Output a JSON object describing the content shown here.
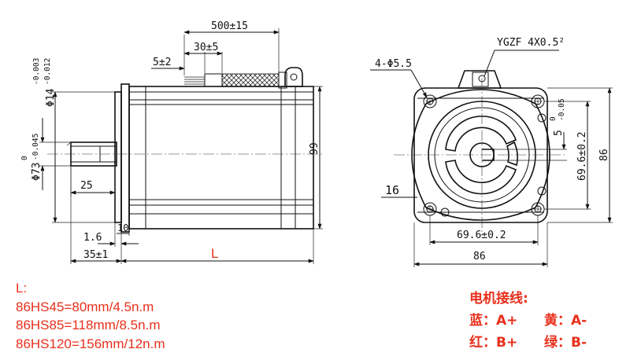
{
  "dims": {
    "lead_length": "500±15",
    "strip_length": "30±5",
    "strip_tip": "5±2",
    "boss_dia_prefix": "Φ14",
    "boss_tol_upper": "-0.003",
    "boss_tol_lower": "-0.012",
    "pilot_dia_prefix": "Φ73",
    "pilot_tol_upper": "0",
    "pilot_tol_lower": "-0.045",
    "shaft_flat_length": "25",
    "body_height": "99",
    "pilot_depth": "1.6",
    "flange_thickness": "10",
    "shaft_length": "35±1",
    "body_length": "L",
    "connector": "YGZF 4X0.5²",
    "mount_holes": "4-Φ5.5",
    "flat_depth_base": "5",
    "flat_tol_upper": "0",
    "flat_tol_lower": "-0.05",
    "hole_spacing_v": "69.6±0.2",
    "flange_v": "86",
    "hole_spacing_h": "69.6±0.2",
    "flange_h": "86",
    "side_label": "16"
  },
  "legend_length": {
    "title": "L:",
    "rows": [
      "86HS45=80mm/4.5n.m",
      "86HS85=118mm/8.5n.m",
      "86HS120=156mm/12n.m"
    ]
  },
  "wiring": {
    "title": "电机接线:",
    "rows": [
      [
        "蓝：A+",
        "黄：A-"
      ],
      [
        "红：B+",
        "绿：B-"
      ]
    ]
  },
  "colors": {
    "legend": "#e8301c",
    "line": "#111111"
  }
}
